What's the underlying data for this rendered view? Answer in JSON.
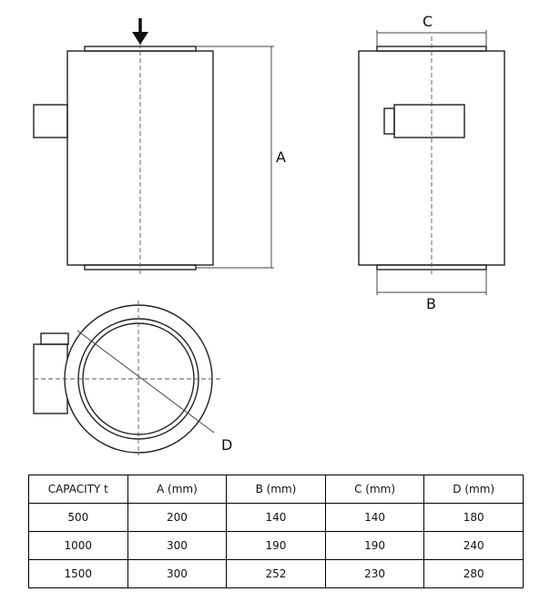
{
  "diagram": {
    "labels": {
      "a": "A",
      "b": "B",
      "c": "C",
      "d": "D"
    }
  },
  "table": {
    "headers": [
      "CAPACITY t",
      "A (mm)",
      "B (mm)",
      "C (mm)",
      "D (mm)"
    ],
    "rows": [
      [
        "500",
        "200",
        "140",
        "140",
        "180"
      ],
      [
        "1000",
        "300",
        "190",
        "190",
        "240"
      ],
      [
        "1500",
        "300",
        "252",
        "230",
        "280"
      ]
    ]
  }
}
